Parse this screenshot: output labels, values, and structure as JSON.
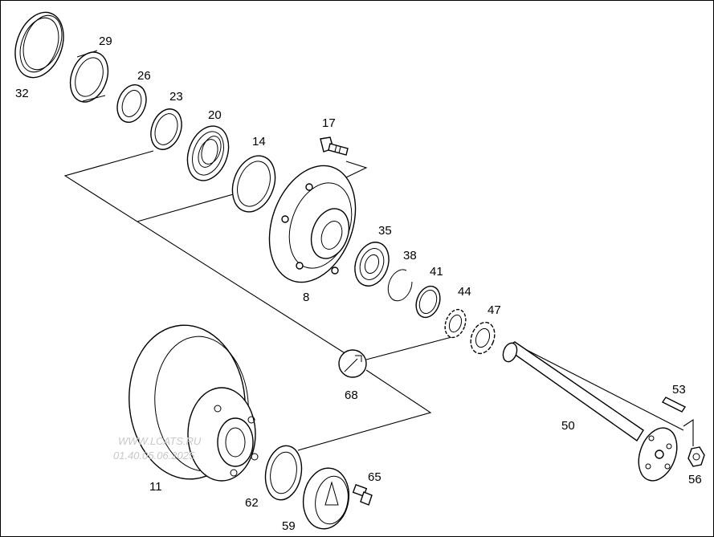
{
  "labels": {
    "p32": "32",
    "p29": "29",
    "p26": "26",
    "p23": "23",
    "p20": "20",
    "p14": "14",
    "p17": "17",
    "p8": "8",
    "p35": "35",
    "p38": "38",
    "p41": "41",
    "p44": "44",
    "p47": "47",
    "p68": "68",
    "p50": "50",
    "p53": "53",
    "p56": "56",
    "p11": "11",
    "p62": "62",
    "p65": "65",
    "p59": "59"
  },
  "watermark": {
    "line1": "WWW.LCATS.RU",
    "line2": "01.40.05.06.2025"
  }
}
